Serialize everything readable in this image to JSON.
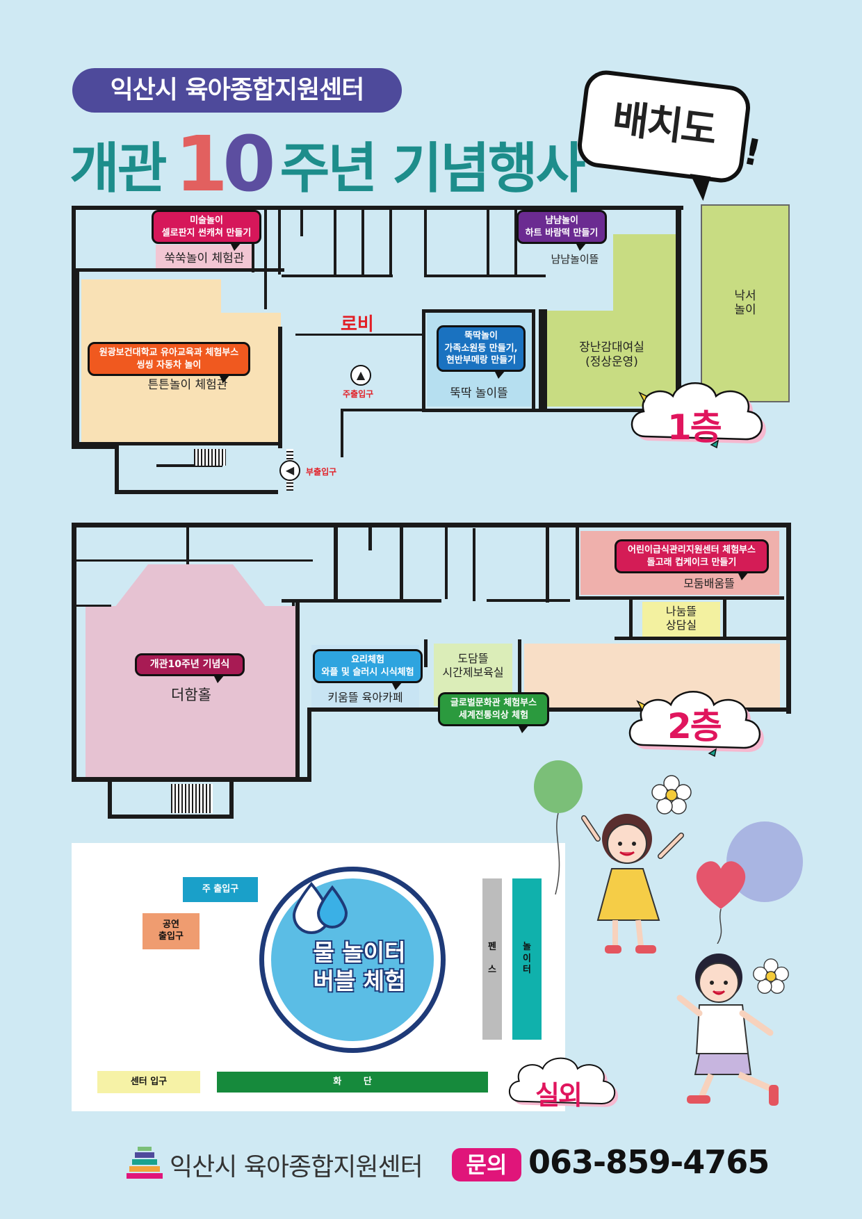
{
  "header": {
    "org_pill": "익산시 육아종합지원센터",
    "title_prefix": "개관",
    "title_number_one": "1",
    "title_number_zero": "0",
    "title_suffix": "주년 기념행사",
    "layout_sign": "배치도"
  },
  "floor1": {
    "floor_label": "1층",
    "lobby": "로비",
    "main_entrance": "주출입구",
    "side_entrance": "부출입구",
    "rooms": {
      "suksuk": "쑥쑥놀이 체험관",
      "teunteun": "튼튼놀이 체험관",
      "nyamnyam": "냠냠놀이뜰",
      "jangnan_line1": "장난감대여실",
      "jangnan_line2": "(정상운영)",
      "nakseo_line1": "낙서",
      "nakseo_line2": "놀이",
      "ttukttak": "뚝딱 놀이뜰"
    },
    "tags": {
      "art_line1": "미술놀이",
      "art_line2": "셀로판지 썬캐쳐 만들기",
      "nyam_line1": "냠냠놀이",
      "nyam_line2": "하트 바람떡 만들기",
      "ttuk_line1": "뚝딱놀이",
      "ttuk_line2": "가족소원등 만들기,",
      "ttuk_line3": "현반부메랑 만들기",
      "wonkwang_line1": "원광보건대학교 유아교육과 체험부스",
      "wonkwang_line2": "씽씽 자동차 놀이"
    }
  },
  "floor2": {
    "floor_label": "2층",
    "rooms": {
      "deoham": "더함홀",
      "kium": "키움뜰 육아카페",
      "dodam_line1": "도담뜰",
      "dodam_line2": "시간제보육실",
      "nanum_line1": "나눔뜰",
      "nanum_line2": "상담실",
      "modum": "모둠배움뜰"
    },
    "tags": {
      "ceremony": "개관10주년 기념식",
      "cook_line1": "요리체험",
      "cook_line2": "와플 및 슬러시 시식체험",
      "global_line1": "글로벌문화관 체험부스",
      "global_line2": "세계전통의상 체험",
      "meal_line1": "어린이급식관리지원센터 체험부스",
      "meal_line2": "돌고래 컵케이크 만들기"
    }
  },
  "outdoor": {
    "label": "실외",
    "main_entrance": "주 출입구",
    "performance_entrance_line1": "공연",
    "performance_entrance_line2": "출입구",
    "center_entrance": "센터 입구",
    "flower_bed": "화       단",
    "fence": "펜\n\n스",
    "playground": "놀\n이\n터",
    "water_line1": "물 놀이터",
    "water_line2": "버블 체험"
  },
  "footer": {
    "org": "익산시 육아종합지원센터",
    "inquiry": "문의",
    "phone": "063-859-4765"
  },
  "colors": {
    "background": "#cfe9f3",
    "title_teal": "#1d8d8b",
    "accent_pink": "#e0157a",
    "accent_red": "#e21f26",
    "pill_purple": "#4e4a9b"
  }
}
